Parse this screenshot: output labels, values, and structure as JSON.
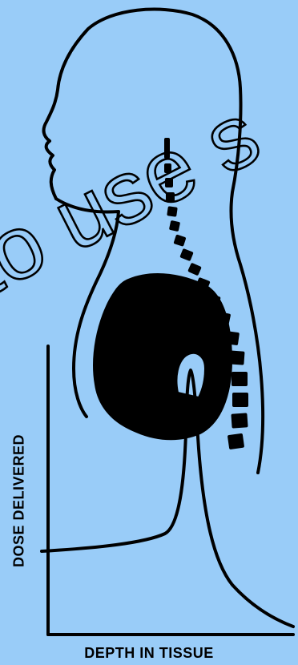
{
  "figure": {
    "x_axis_label": "DEPTH IN TISSUE",
    "y_axis_label": "DOSE DELIVERED"
  },
  "watermark": {
    "text": "to use s"
  },
  "colors": {
    "background": "#99ccf8",
    "ink": "#000000",
    "watermark": "#000000"
  }
}
